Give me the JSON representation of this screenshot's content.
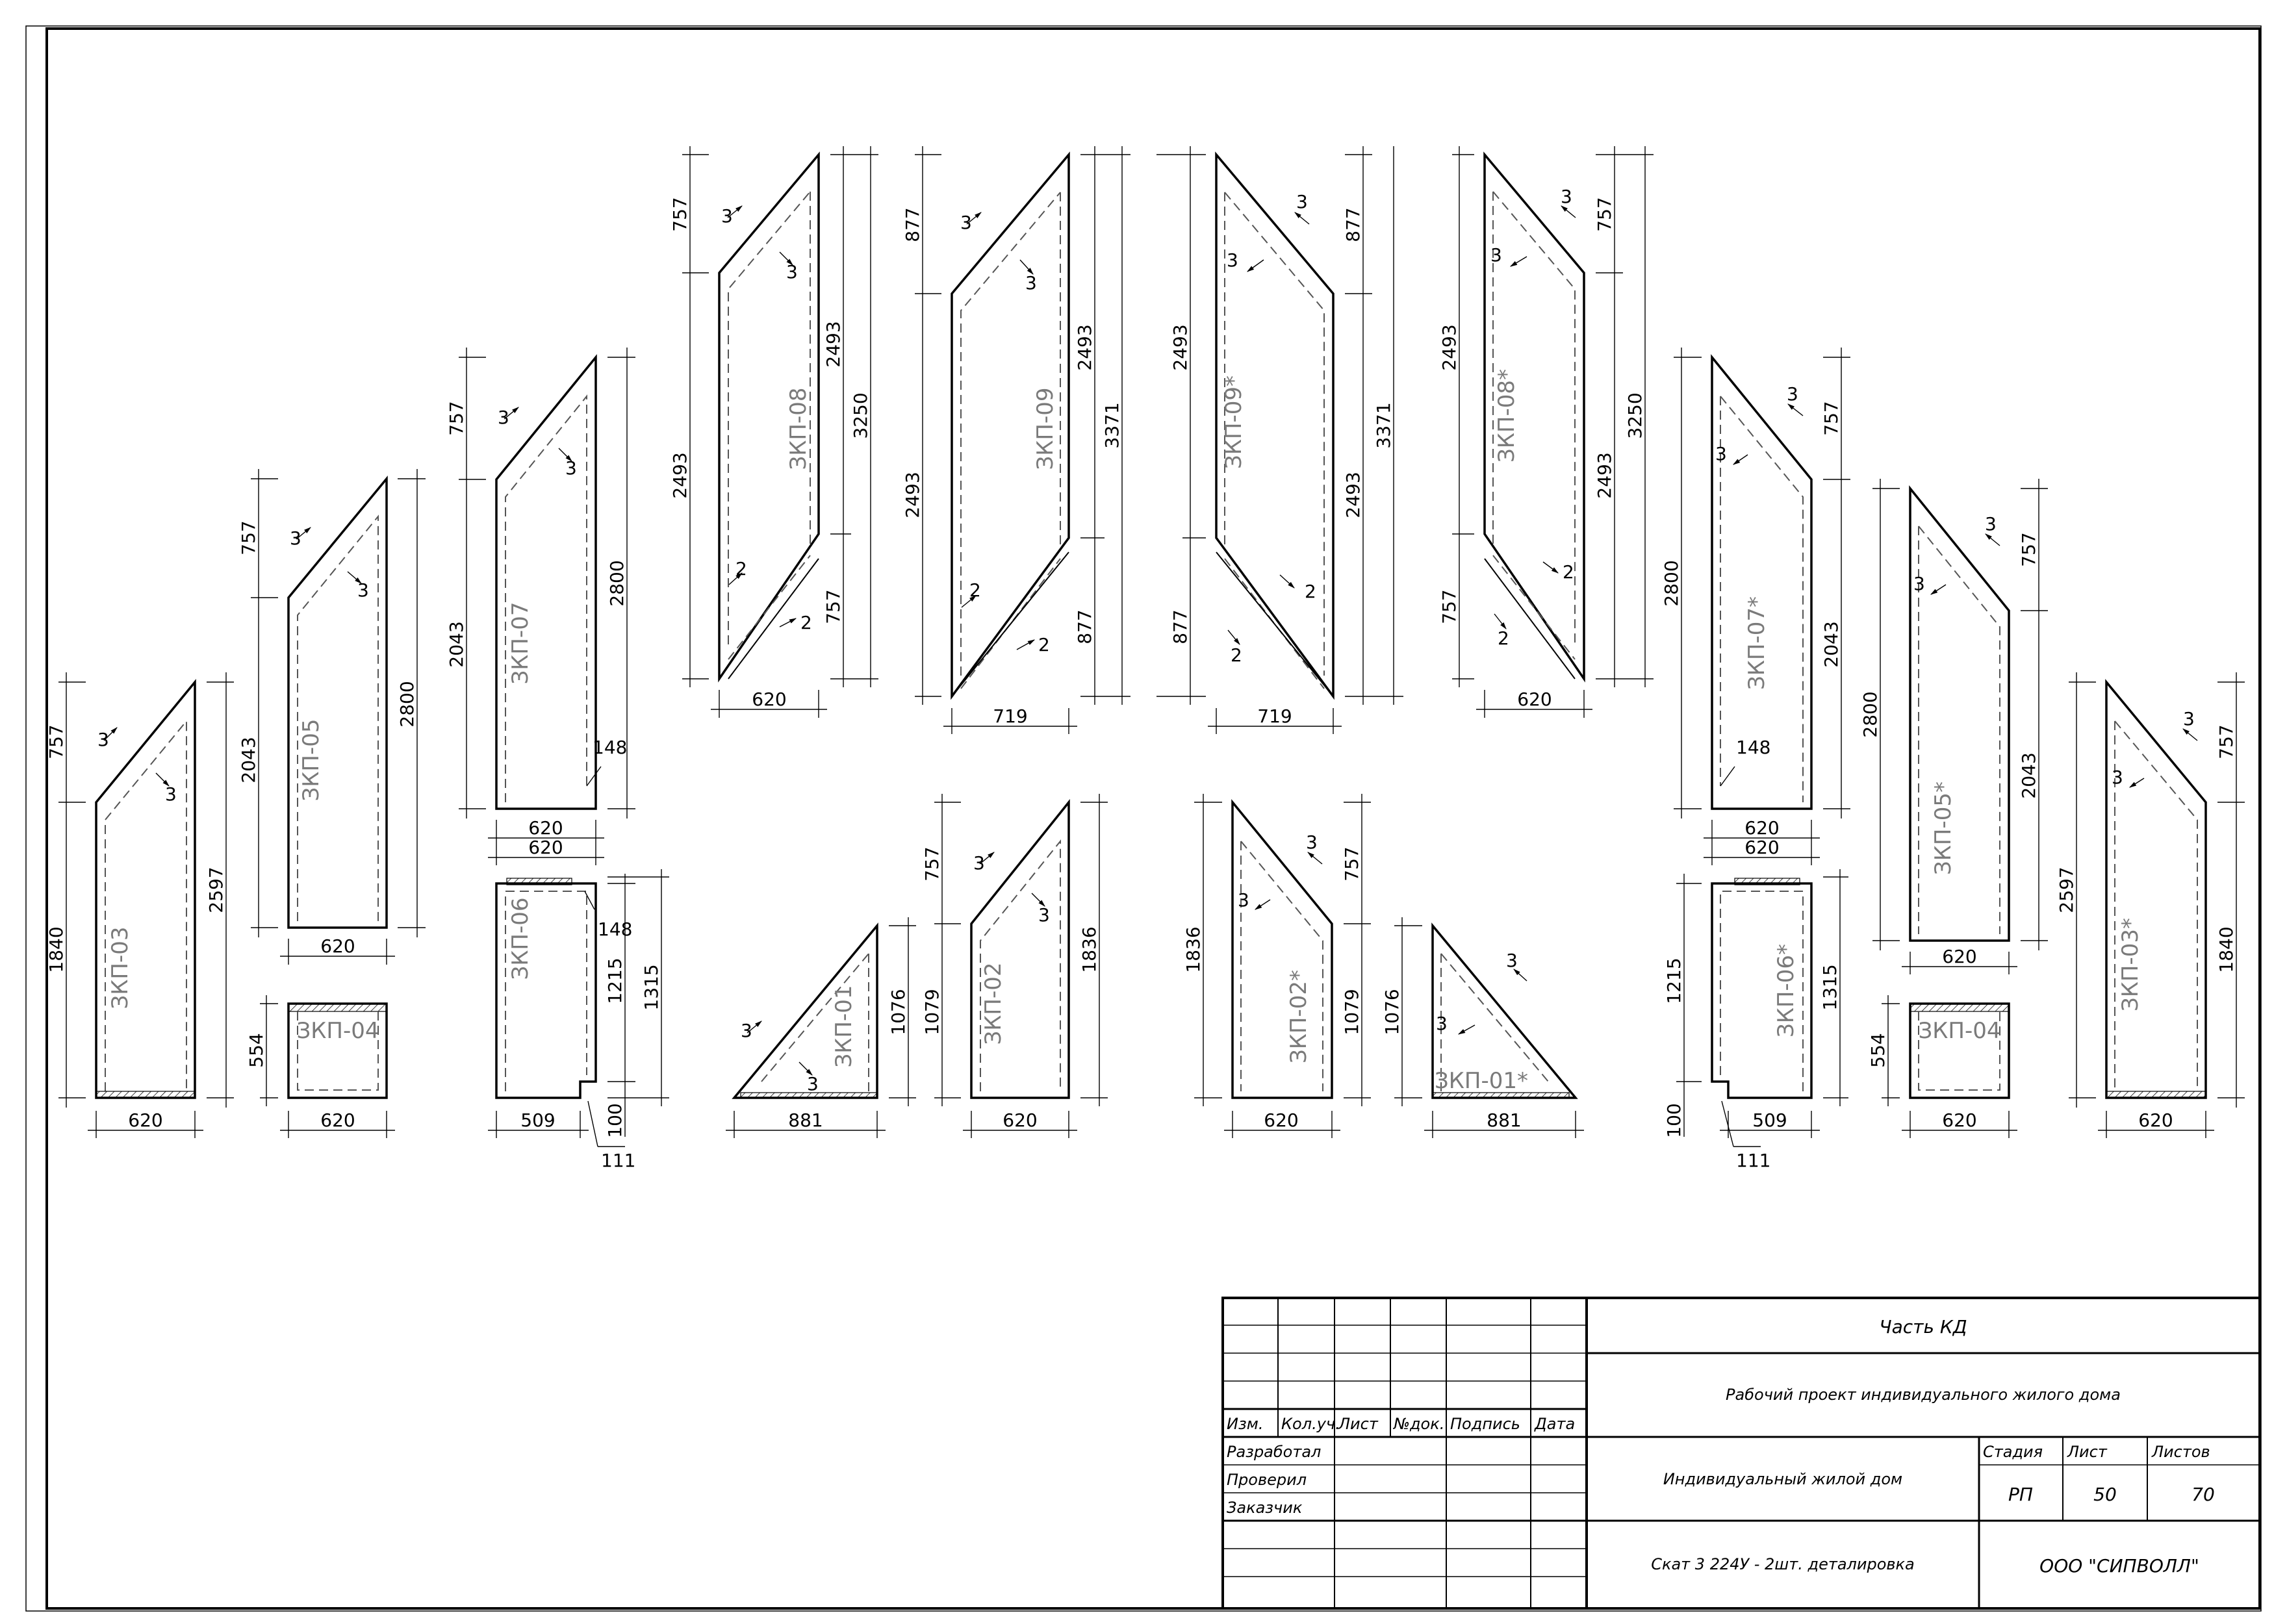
{
  "title_block": {
    "headers": [
      "Изм.",
      "Кол.уч.",
      "Лист",
      "№док.",
      "Подпись",
      "Дата"
    ],
    "roles": [
      "Разработал",
      "Проверил",
      "Заказчик"
    ],
    "part": "Часть КД",
    "project": "Рабочий проект индивидуального жилого дома",
    "object": "Индивидуальный жилой дом",
    "sheet_title": "Скат 3 224У - 2шт. деталировка",
    "stage_label": "Стадия",
    "sheet_label": "Лист",
    "sheets_label": "Листов",
    "stage": "РП",
    "sheet": "50",
    "sheets": "70",
    "company": "ООО \"СИПВОЛЛ\""
  },
  "panels": [
    {
      "id": "p03",
      "label": "ЗКП-03",
      "dims": [
        "620",
        "1840",
        "2597",
        "757"
      ],
      "marks": [
        "3",
        "3"
      ]
    },
    {
      "id": "p05",
      "label": "ЗКП-05",
      "dims": [
        "620",
        "2043",
        "2800",
        "757"
      ],
      "marks": [
        "3",
        "3"
      ]
    },
    {
      "id": "p04",
      "label": "ЗКП-04",
      "dims": [
        "620",
        "554"
      ]
    },
    {
      "id": "p07",
      "label": "ЗКП-07",
      "dims": [
        "620",
        "2043",
        "2800",
        "757",
        "148"
      ],
      "marks": [
        "3",
        "3"
      ]
    },
    {
      "id": "p06",
      "label": "ЗКП-06",
      "dims": [
        "620",
        "509",
        "1215",
        "1315",
        "148",
        "100",
        "111"
      ]
    },
    {
      "id": "p08",
      "label": "ЗКП-08",
      "dims": [
        "620",
        "757",
        "2493",
        "2493",
        "757",
        "3250"
      ],
      "marks": [
        "3",
        "3",
        "2",
        "2"
      ]
    },
    {
      "id": "p09",
      "label": "ЗКП-09",
      "dims": [
        "719",
        "877",
        "2493",
        "2493",
        "877",
        "3371"
      ],
      "marks": [
        "3",
        "3",
        "2",
        "2"
      ]
    },
    {
      "id": "p01",
      "label": "ЗКП-01",
      "dims": [
        "881",
        "1076"
      ],
      "marks": [
        "3",
        "3"
      ]
    },
    {
      "id": "p02",
      "label": "ЗКП-02",
      "dims": [
        "620",
        "757",
        "1079",
        "1836"
      ],
      "marks": [
        "3",
        "3"
      ]
    },
    {
      "id": "p09s",
      "label": "ЗКП-09*",
      "dims": [
        "719",
        "2493",
        "877",
        "877",
        "2493",
        "3371"
      ],
      "marks": [
        "3",
        "3",
        "2",
        "2"
      ]
    },
    {
      "id": "p08s",
      "label": "ЗКП-08*",
      "dims": [
        "620",
        "2493",
        "757",
        "757",
        "2493",
        "3250"
      ],
      "marks": [
        "3",
        "3",
        "2",
        "2"
      ]
    },
    {
      "id": "p02s",
      "label": "ЗКП-02*",
      "dims": [
        "620",
        "1836",
        "757",
        "1079"
      ],
      "marks": [
        "3",
        "3"
      ]
    },
    {
      "id": "p01s",
      "label": "ЗКП-01*",
      "dims": [
        "881",
        "1076"
      ],
      "marks": [
        "3",
        "3"
      ]
    },
    {
      "id": "p07s",
      "label": "ЗКП-07*",
      "dims": [
        "620",
        "2800",
        "757",
        "2043",
        "148"
      ],
      "marks": [
        "3",
        "3"
      ]
    },
    {
      "id": "p06s",
      "label": "ЗКП-06*",
      "dims": [
        "620",
        "509",
        "1215",
        "1315",
        "100",
        "111"
      ]
    },
    {
      "id": "p05s",
      "label": "ЗКП-05*",
      "dims": [
        "620",
        "2800",
        "757",
        "2043"
      ],
      "marks": [
        "3",
        "3"
      ]
    },
    {
      "id": "p04s",
      "label": "ЗКП-04",
      "dims": [
        "620",
        "554"
      ]
    },
    {
      "id": "p03s",
      "label": "ЗКП-03*",
      "dims": [
        "620",
        "2597",
        "757",
        "1840"
      ],
      "marks": [
        "3",
        "3"
      ]
    }
  ]
}
